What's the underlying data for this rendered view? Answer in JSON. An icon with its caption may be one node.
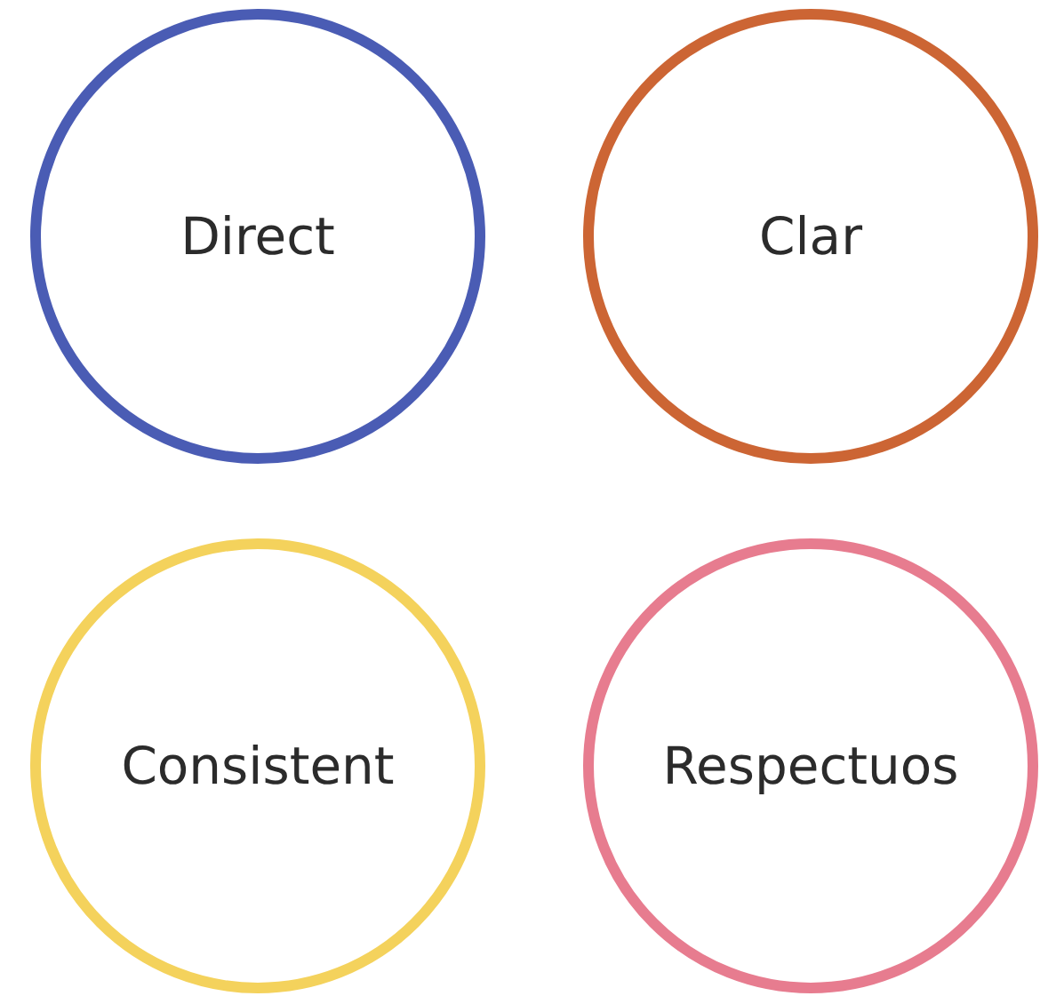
{
  "diagram": {
    "nodes": [
      {
        "text": [
          "Direct"
        ]
      },
      {
        "text": [
          "Clar"
        ]
      },
      {
        "text": [
          "Consistent"
        ]
      },
      {
        "text": [
          "Respectuos"
        ]
      }
    ]
  }
}
